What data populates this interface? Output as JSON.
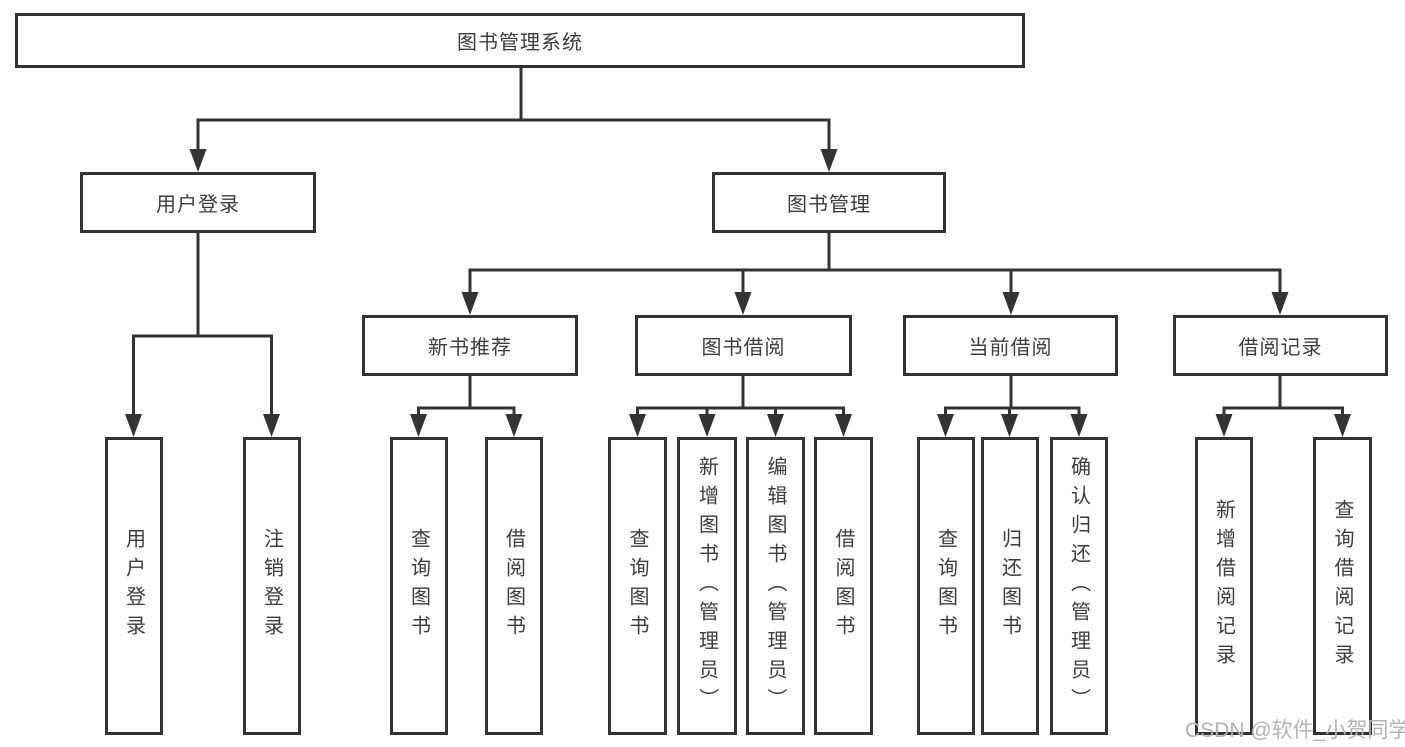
{
  "tree": {
    "root": {
      "label": "图书管理系统"
    },
    "branches": [
      {
        "label": "用户登录",
        "children": [
          {
            "label": "用户登录"
          },
          {
            "label": "注销登录"
          }
        ]
      },
      {
        "label": "图书管理",
        "sections": [
          {
            "label": "新书推荐",
            "children": [
              {
                "label": "查询图书"
              },
              {
                "label": "借阅图书"
              }
            ]
          },
          {
            "label": "图书借阅",
            "children": [
              {
                "label": "查询图书"
              },
              {
                "label": "新增图书（管理员）"
              },
              {
                "label": "编辑图书（管理员）"
              },
              {
                "label": "借阅图书"
              }
            ]
          },
          {
            "label": "当前借阅",
            "children": [
              {
                "label": "查询图书"
              },
              {
                "label": "归还图书"
              },
              {
                "label": "确认归还（管理员）"
              }
            ]
          },
          {
            "label": "借阅记录",
            "children": [
              {
                "label": "新增借阅记录"
              },
              {
                "label": "查询借阅记录"
              }
            ]
          }
        ]
      }
    ]
  },
  "watermark": {
    "text": "CSDN @软件_小贺同学"
  },
  "colors": {
    "line": "#333333",
    "text": "#3d3d3d",
    "watermark": "#b3b3b3",
    "background": "#ffffff"
  }
}
